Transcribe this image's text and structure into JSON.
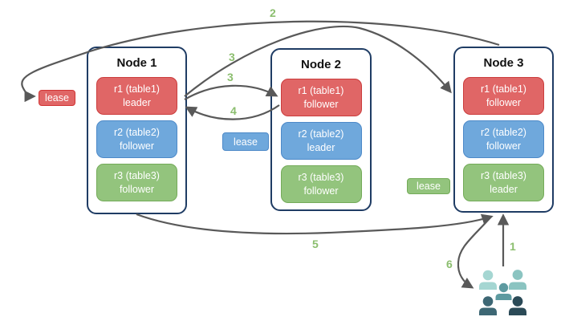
{
  "nodes": [
    {
      "title": "Node 1",
      "replicas": [
        {
          "name": "r1 (table1)",
          "role": "leader"
        },
        {
          "name": "r2 (table2)",
          "role": "follower"
        },
        {
          "name": "r3 (table3)",
          "role": "follower"
        }
      ]
    },
    {
      "title": "Node 2",
      "replicas": [
        {
          "name": "r1 (table1)",
          "role": "follower"
        },
        {
          "name": "r2 (table2)",
          "role": "leader"
        },
        {
          "name": "r3 (table3)",
          "role": "follower"
        }
      ]
    },
    {
      "title": "Node 3",
      "replicas": [
        {
          "name": "r1 (table1)",
          "role": "follower"
        },
        {
          "name": "r2 (table2)",
          "role": "follower"
        },
        {
          "name": "r3 (table3)",
          "role": "leader"
        }
      ]
    }
  ],
  "leases": [
    {
      "label": "lease",
      "color": "#e06666"
    },
    {
      "label": "lease",
      "color": "#6fa8dc"
    },
    {
      "label": "lease",
      "color": "#93c47d"
    }
  ],
  "arrow_labels": [
    {
      "label": "2"
    },
    {
      "label": "3"
    },
    {
      "label": "3"
    },
    {
      "label": "4"
    },
    {
      "label": "5"
    },
    {
      "label": "6"
    },
    {
      "label": "1"
    }
  ],
  "colors": {
    "replica_red": "#e06666",
    "replica_blue": "#6fa8dc",
    "replica_green": "#93c47d",
    "node_border": "#1f3c64",
    "arrow": "#595959",
    "label_green": "#8bbe6e"
  },
  "icons": {
    "people": {
      "name": "users-group-icon",
      "c1": "#a5d6d2",
      "c2": "#8bc4c1",
      "c3": "#5d9aa0",
      "c4": "#3d6774",
      "c5": "#2b4a57"
    }
  }
}
